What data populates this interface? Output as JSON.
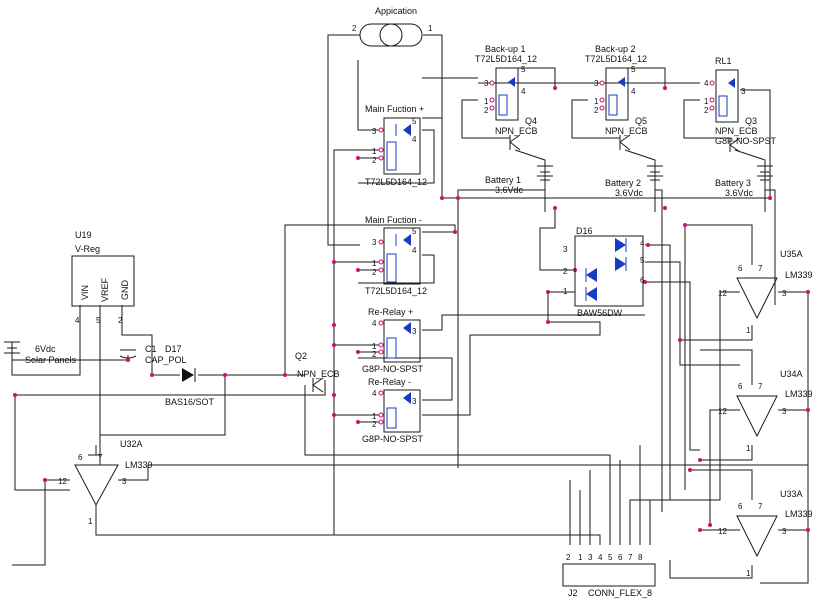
{
  "labels": {
    "application": "Appication",
    "backup1": "Back-up 1",
    "backup2": "Back-up 2",
    "rl1": "RL1",
    "main_plus": "Main Fuction +",
    "main_minus": "Main Fuction -",
    "rerelay_plus": "Re-Relay +",
    "rerelay_minus": "Re-Relay -",
    "relay_part": "T72L5D164_12",
    "g8p": "G8P-NO-SPST",
    "npn": "NPN_ECB",
    "q2": "Q2",
    "q3": "Q3",
    "q4": "Q4",
    "q5": "Q5",
    "battery1": "Battery 1",
    "battery2": "Battery 2",
    "battery3": "Battery 3",
    "batt_voltage": "3.6Vdc",
    "d16": "D16",
    "baw": "BAW56DW",
    "u19": "U19",
    "vreg": "V-Reg",
    "vin": "VIN",
    "vref": "VREF",
    "gnd": "GND",
    "solar_voltage": "6Vdc",
    "solar_panels": "Solar Panels",
    "c1": "C1",
    "cap_pol": "CAP_POL",
    "d17": "D17",
    "bas16": "BAS16/SOT",
    "u32a": "U32A",
    "u33a": "U33A",
    "u34a": "U34A",
    "u35a": "U35A",
    "lm339": "LM339",
    "j2": "J2",
    "conn": "CONN_FLEX_8"
  },
  "pins": [
    "1",
    "2",
    "3",
    "4",
    "5",
    "6",
    "7",
    "8",
    "12"
  ]
}
